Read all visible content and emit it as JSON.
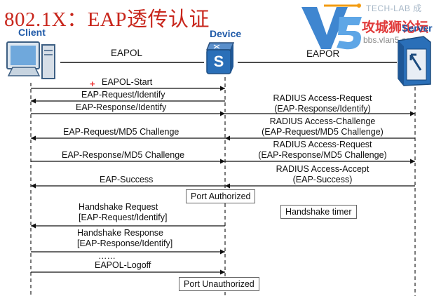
{
  "title": "802.1X：EAP透传认证",
  "watermark": {
    "tech": "TECH-LAB 成",
    "brand": "攻城狮论坛",
    "site": "bbs.vlan5.com"
  },
  "nodes": {
    "client": "Client",
    "device": "Device",
    "server": "Server"
  },
  "protocols": {
    "left": "EAPOL",
    "right": "EAPOR"
  },
  "left_messages": [
    {
      "text": "EAPOL-Start",
      "dir": "right"
    },
    {
      "text": "EAP-Request/Identify",
      "dir": "left"
    },
    {
      "text": "EAP-Response/Identify",
      "dir": "right"
    },
    {
      "text": "EAP-Request/MD5 Challenge",
      "dir": "left"
    },
    {
      "text": "EAP-Response/MD5 Challenge",
      "dir": "right"
    },
    {
      "text": "EAP-Success",
      "dir": "left"
    },
    {
      "text": "Handshake Request",
      "text2": "[EAP-Request/Identify]",
      "dir": "left"
    },
    {
      "text": "Handshake Response",
      "text2": "[EAP-Response/Identify]",
      "dir": "right"
    },
    {
      "text": "……",
      "dir": "right"
    },
    {
      "text": "EAPOL-Logoff",
      "dir": "right"
    }
  ],
  "right_messages": [
    {
      "text": "RADIUS Access-Request",
      "text2": "(EAP-Response/Identify)",
      "dir": "right"
    },
    {
      "text": "RADIUS Access-Challenge",
      "text2": "(EAP-Request/MD5 Challenge)",
      "dir": "left"
    },
    {
      "text": "RADIUS Access-Request",
      "text2": "(EAP-Response/MD5 Challenge)",
      "dir": "right"
    },
    {
      "text": "RADIUS Access-Accept",
      "text2": "(EAP-Success)",
      "dir": "left"
    }
  ],
  "boxes": {
    "port_authorized": "Port Authorized",
    "handshake_timer": "Handshake timer",
    "port_unauthorized": "Port Unauthorized"
  },
  "colors": {
    "title": "#c8261c",
    "node_label": "#1f5aa8",
    "line": "#111111",
    "icon_blue": "#2a6fb8",
    "watermark_red": "#e03a3a"
  },
  "icons": [
    "computer-icon",
    "switch-icon",
    "server-icon",
    "v5-logo-icon"
  ]
}
